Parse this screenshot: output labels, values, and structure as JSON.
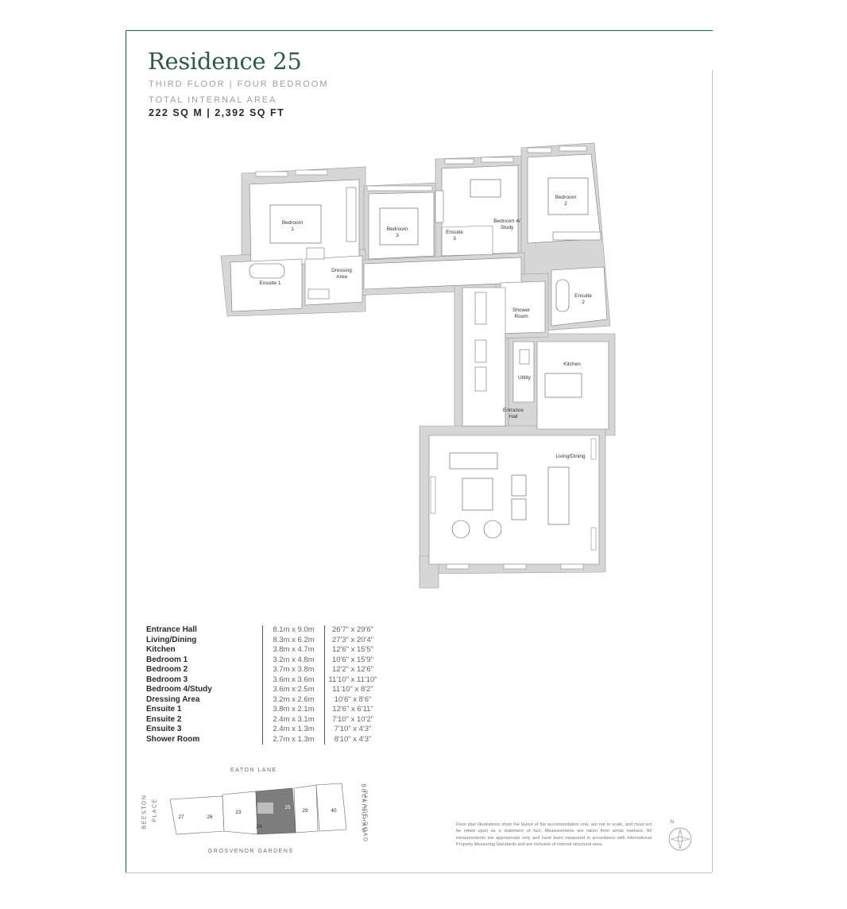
{
  "header": {
    "title": "Residence 25",
    "subtitle": "THIRD FLOOR | FOUR BEDROOM",
    "area_label": "TOTAL INTERNAL AREA",
    "area_value": "222 SQ M | 2,392 SQ FT"
  },
  "plan_labels": {
    "bedroom1": "Bedroom",
    "bedroom1_num": "1",
    "bedroom2": "Bedroom",
    "bedroom2_num": "2",
    "bedroom3": "Bedroom",
    "bedroom3_num": "3",
    "bedroom4": "Bedroom 4/",
    "bedroom4_sub": "Study",
    "ensuite1": "Ensuite 1",
    "ensuite2": "Ensuite",
    "ensuite2_num": "2",
    "ensuite3": "Ensuite",
    "ensuite3_num": "3",
    "dressing": "Dressing",
    "dressing_sub": "Area",
    "shower": "Shower",
    "shower_sub": "Room",
    "utility": "Utility",
    "kitchen": "Kitchen",
    "entrance": "Entrance",
    "entrance_sub": "Hall",
    "living": "Living/Dining"
  },
  "areas": [
    {
      "room": "Entrance Hall",
      "metric": "8.1m  x 9.0m",
      "imperial": "26'7\" x 29'6\""
    },
    {
      "room": "Living/Dining",
      "metric": "8.3m  x 6.2m",
      "imperial": "27'3\" x 20'4\""
    },
    {
      "room": "Kitchen",
      "metric": "3.8m  x 4.7m",
      "imperial": "12'6\" x 15'5\""
    },
    {
      "room": "Bedroom 1",
      "metric": "3.2m  x 4.8m",
      "imperial": "10'6\" x 15'9\""
    },
    {
      "room": "Bedroom 2",
      "metric": "3.7m  x 3.8m",
      "imperial": "12'2\" x 12'6\""
    },
    {
      "room": "Bedroom 3",
      "metric": "3.6m  x 3.6m",
      "imperial": "11'10\" x 11'10\""
    },
    {
      "room": "Bedroom 4/Study",
      "metric": "3.6m  x 2.5m",
      "imperial": "11'10\" x 8'2\""
    },
    {
      "room": "Dressing Area",
      "metric": "3.2m  x 2.6m",
      "imperial": "10'6\" x 8'6\""
    },
    {
      "room": "Ensuite 1",
      "metric": "3.8m  x 2.1m",
      "imperial": "12'6\" x 6'11\""
    },
    {
      "room": "Ensuite 2",
      "metric": "2.4m  x 3.1m",
      "imperial": "7'10\" x 10'2\""
    },
    {
      "room": "Ensuite 3",
      "metric": "2.4m  x 1.3m",
      "imperial": "7'10\" x 4'3\""
    },
    {
      "room": "Shower Room",
      "metric": "2.7m  x 1.3m",
      "imperial": "8'10\" x 4'3\""
    }
  ],
  "key_plan": {
    "north_street": "EATON LANE",
    "south_street": "GROSVENOR GARDENS",
    "west_street_1": "BEESTON",
    "west_street_2": "PLACE",
    "east_street_1": "BUCKINGHAM",
    "east_street_2": "PALACE ROAD",
    "units": [
      "27",
      "26",
      "25",
      "24",
      "23",
      "29",
      "40"
    ],
    "highlight_color": "#7d7d7d",
    "north_label": "N"
  },
  "disclaimer": "Floor plan illustrations show the layout of the accommodation only, are not to scale, and must not be relied upon as a statement of fact. Measurements are taken from arrow markers. All measurements are approximate only and have been measured in accordance with International Property Measuring Standards and are inclusive of internal structural area.",
  "colors": {
    "brand": "#2e5a4c",
    "wall": "#d6d6d6"
  }
}
